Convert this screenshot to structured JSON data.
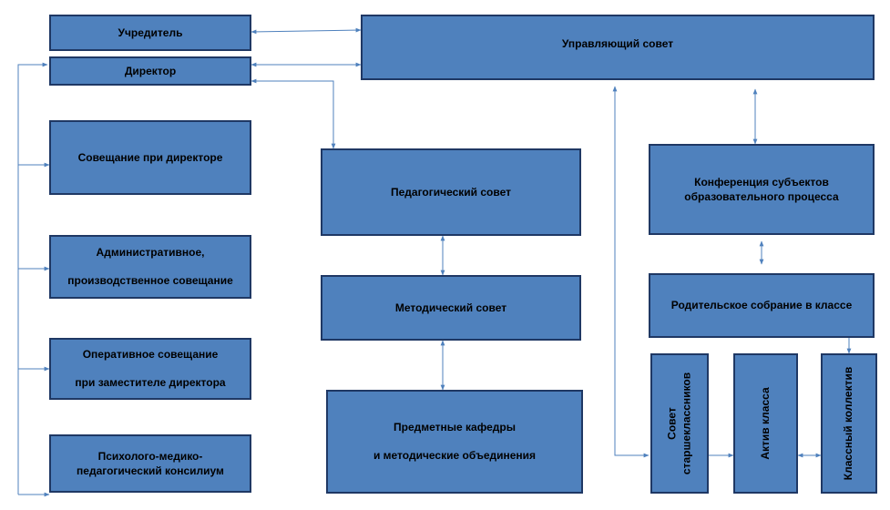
{
  "boxes": {
    "founder": "Учредитель",
    "director": "Директор",
    "governing_council": "Управляющий совет",
    "directors_meeting": "Совещание при директоре",
    "admin_meeting": [
      "Административное,",
      "производственное совещание"
    ],
    "operational_meeting": [
      "Оперативное совещание",
      "при заместителе директора"
    ],
    "pmpk": [
      "Психолого-медико-",
      "педагогический консилиум"
    ],
    "pedagogical_council": "Педагогический совет",
    "methodical_council": "Методический совет",
    "subject_departments": [
      "Предметные кафедры",
      "и методические объединения"
    ],
    "conference": [
      "Конференция субъектов",
      "образовательного процесса"
    ],
    "parents_meeting": "Родительское собрание в классе",
    "senior_council": [
      "Совет",
      "старшеклассников"
    ],
    "class_activists": "Актив класса",
    "class_collective": "Классный коллектив"
  }
}
